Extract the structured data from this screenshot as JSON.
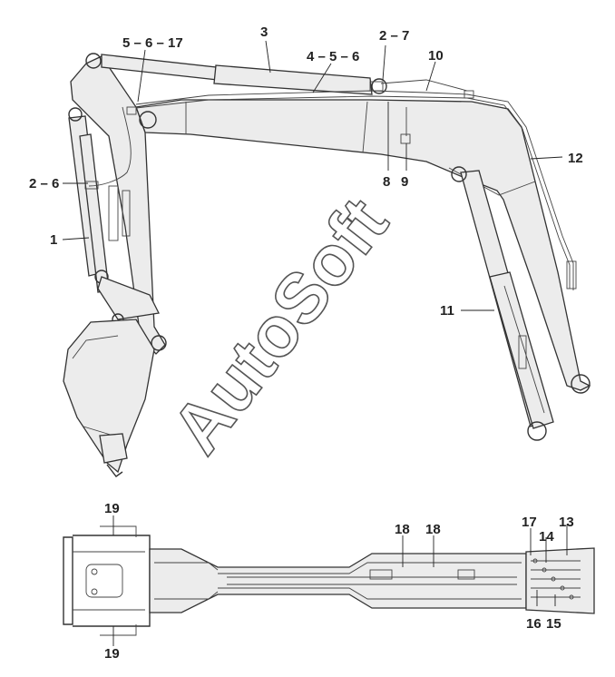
{
  "diagram": {
    "watermark": "AutoSoft",
    "side_view_callouts": {
      "c1": "1",
      "c2_6": "2 – 6",
      "c2_7": "2 – 7",
      "c3": "3",
      "c4_5_6": "4 – 5 – 6",
      "c5_6_17": "5 – 6 – 17",
      "c8": "8",
      "c9": "9",
      "c10": "10",
      "c11": "11",
      "c12": "12"
    },
    "top_view_callouts": {
      "c13": "13",
      "c14": "14",
      "c15": "15",
      "c16": "16",
      "c17": "17",
      "c18a": "18",
      "c18b": "18",
      "c19a": "19",
      "c19b": "19"
    }
  }
}
